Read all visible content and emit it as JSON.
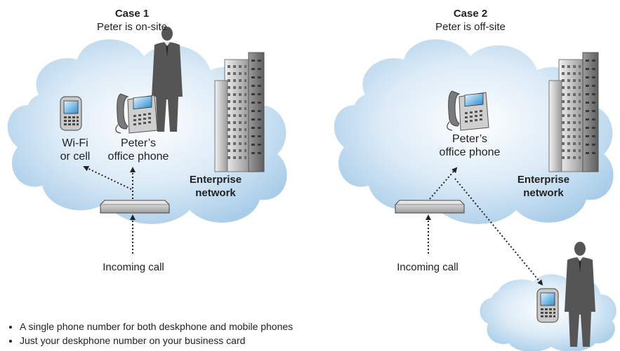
{
  "case1": {
    "title": "Case 1",
    "subtitle": "Peter is on-site",
    "mobile_label_line1": "Wi-Fi",
    "mobile_label_line2": "or cell",
    "phone_label_line1": "Peter’s",
    "phone_label_line2": "office phone",
    "network_label_line1": "Enterprise",
    "network_label_line2": "network",
    "incoming_label": "Incoming call"
  },
  "case2": {
    "title": "Case 2",
    "subtitle": "Peter is off-site",
    "phone_label_line1": "Peter’s",
    "phone_label_line2": "office phone",
    "network_label_line1": "Enterprise",
    "network_label_line2": "network",
    "incoming_label": "Incoming call"
  },
  "bullets": [
    "A single phone number for both deskphone and mobile phones",
    "Just your deskphone number on your business card"
  ],
  "icons": {
    "cloud": "cloud-icon",
    "building": "office-building-icon",
    "person": "person-silhouette-icon",
    "deskphone": "desk-phone-icon",
    "mobile": "mobile-phone-icon",
    "gateway": "gateway-device-icon"
  },
  "colors": {
    "cloud_light": "#ffffff",
    "cloud_dark": "#a9cde9",
    "person": "#555555",
    "building": "#8a8a8a",
    "arrow": "#222222"
  }
}
